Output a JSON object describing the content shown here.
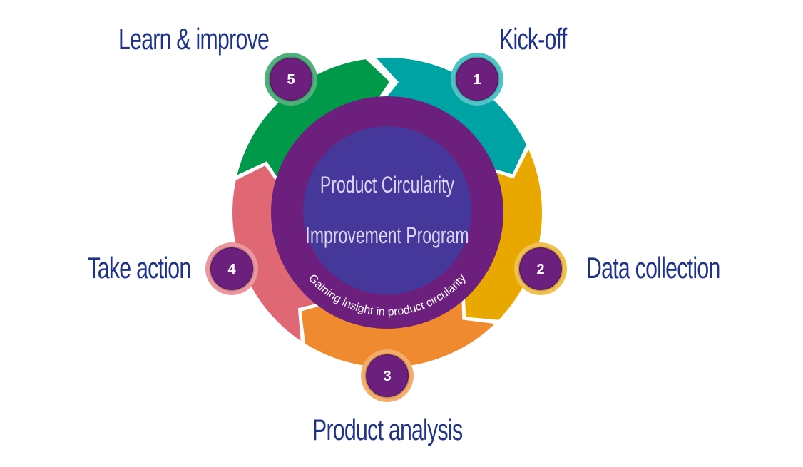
{
  "center": {
    "title_line1": "Product Circularity",
    "title_line2": "Improvement Program",
    "subtitle": "Gaining insight in product circularity"
  },
  "steps": [
    {
      "number": "1",
      "label": "Kick-off",
      "color": "#00A3A3",
      "ring": "#4FC3C6"
    },
    {
      "number": "2",
      "label": "Data collection",
      "color": "#E8A800",
      "ring": "#F0C050"
    },
    {
      "number": "3",
      "label": "Product analysis",
      "color": "#F08A30",
      "ring": "#F3AC6A"
    },
    {
      "number": "4",
      "label": "Take action",
      "color": "#E06874",
      "ring": "#EA97A0"
    },
    {
      "number": "5",
      "label": "Learn & improve",
      "color": "#00994A",
      "ring": "#4FB07C"
    }
  ],
  "colors": {
    "ring": "#6C1F7C",
    "core": "#46389A",
    "label": "#1E3288",
    "center_text": "#DCD4F4"
  }
}
